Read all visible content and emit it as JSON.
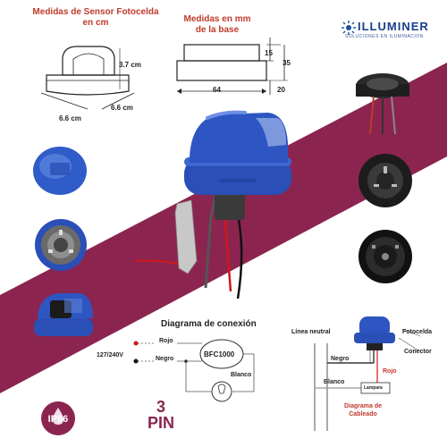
{
  "header": {
    "sensor_title_line1": "Medidas de Sensor Fotocelda",
    "sensor_title_line2": "en cm",
    "base_title_line1": "Medidas en mm",
    "base_title_line2": "de la base"
  },
  "brand": {
    "name": "ILLUMINER",
    "tagline": "SOLUCIONES EN ILUMINACION"
  },
  "sensor_dims": {
    "height": "3.7 cm",
    "width": "6.6 cm",
    "depth": "6.6 cm"
  },
  "base_dims": {
    "top": "15",
    "total": "35",
    "width": "64",
    "side": "20"
  },
  "connection": {
    "title": "Diagrama de conexión",
    "voltage": "127/240V",
    "red": "Rojo",
    "black": "Negro",
    "white": "Blanco",
    "device": "BFC1000"
  },
  "wiring": {
    "neutral": "Línea neutral",
    "photocell": "Fotocelda",
    "connector": "Conector",
    "black": "Negro",
    "red": "Rojo",
    "white": "Blanco",
    "lamp": "Lampara",
    "title_line1": "Diagrama de",
    "title_line2": "Cableado"
  },
  "badges": {
    "ip": "IP66",
    "pin_number": "3",
    "pin_label": "PIN"
  },
  "colors": {
    "band": "#8b2550",
    "sensor_blue": "#2a4fb6",
    "title_red": "#c0392b"
  }
}
